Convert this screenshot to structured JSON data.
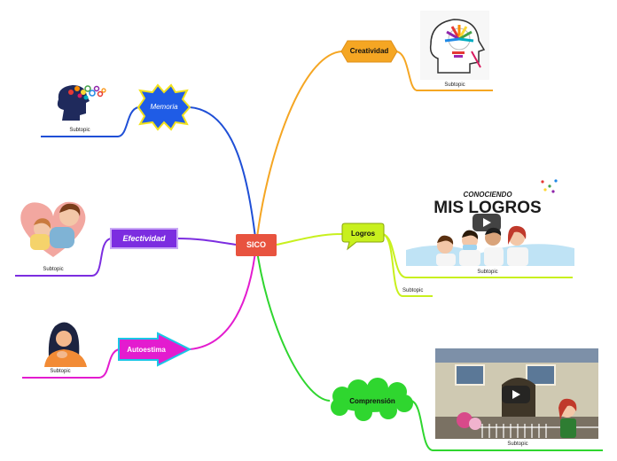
{
  "central": {
    "label": "SICO",
    "color": "#e8533f"
  },
  "topics": {
    "creatividad": {
      "label": "Creatividad",
      "color": "#f5a623",
      "sub": "Subtopic"
    },
    "memoria": {
      "label": "Memoria",
      "color": "#1f4fd6",
      "sub": "Subtopic"
    },
    "efectividad": {
      "label": "Efectividad",
      "color": "#7c2de0",
      "sub": "Subtopic"
    },
    "autoestima": {
      "label": "Autoestima",
      "color": "#e31ccf",
      "sub": "Subtopic"
    },
    "logros": {
      "label": "Logros",
      "color": "#c8f01e",
      "sub": "Subtopic",
      "sub2": "Subtopic"
    },
    "comprension": {
      "label": "Comprensión",
      "color": "#2fd62f",
      "sub": "Subtopic"
    }
  },
  "images": {
    "logros_title_small": "CONOCIENDO",
    "logros_title_big": "MIS LOGROS"
  }
}
